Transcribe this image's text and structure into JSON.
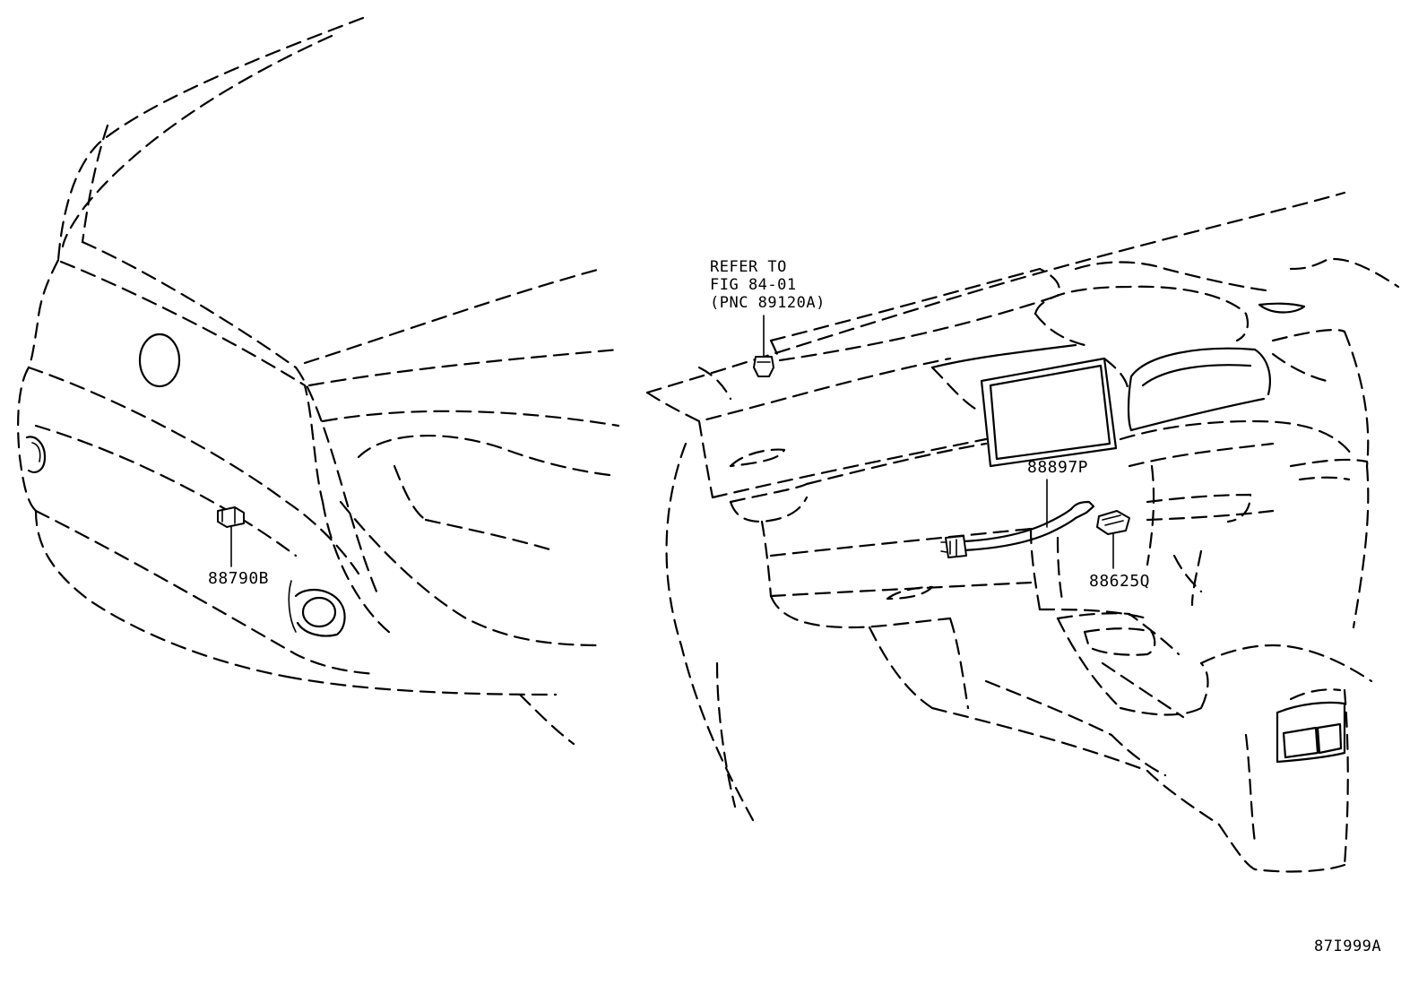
{
  "callouts": {
    "front_sensor": "88790B",
    "cable": "88897P",
    "connector": "88625Q"
  },
  "reference_note": {
    "line1": "REFER TO",
    "line2": "FIG 84-01",
    "line3": "(PNC 89120A)"
  },
  "illustration_code": "87I999A"
}
